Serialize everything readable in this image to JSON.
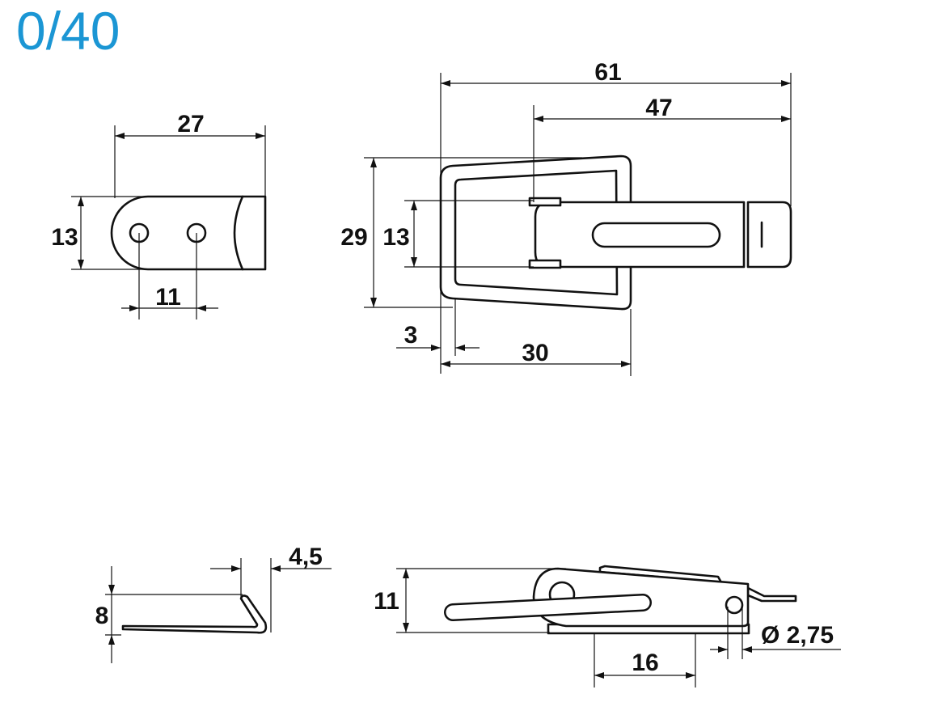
{
  "title": "0/40",
  "dimensions": {
    "catch_width": "27",
    "catch_height": "13",
    "catch_hole_spacing": "11",
    "latch_length": "61",
    "lever_length": "47",
    "latch_height": "29",
    "lever_height": "13",
    "wire_thickness": "3",
    "loop_length": "30",
    "catch_side_height": "8",
    "catch_hook_depth": "4,5",
    "latch_side_height": "11",
    "base_hole_spacing": "16",
    "hole_diameter": "Ø 2,75"
  }
}
